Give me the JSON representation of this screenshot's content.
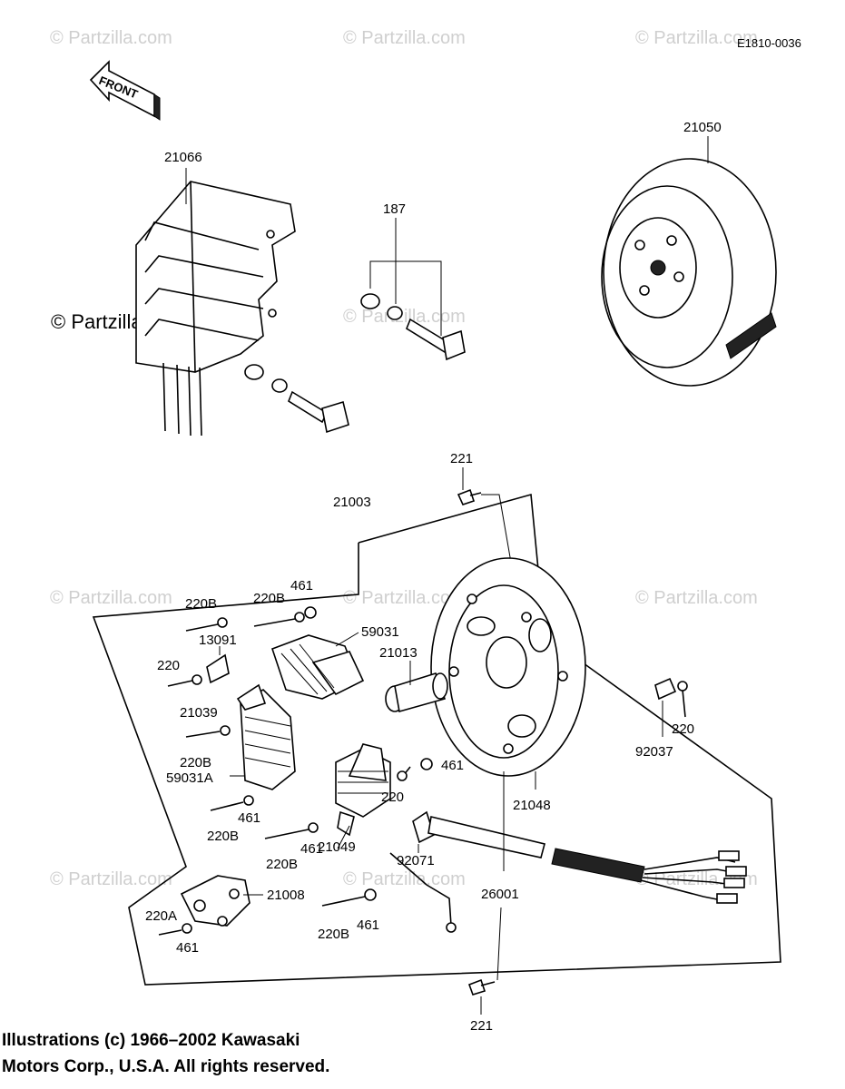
{
  "diagram_code": "E1810-0036",
  "front_label": "FRONT",
  "watermark": "© Partzilla.com",
  "watermark_dark": "© Partzilla.com",
  "parts": {
    "p21066": "21066",
    "p187": "187",
    "p21050": "21050",
    "p221_top": "221",
    "p21003": "21003",
    "p220b_1": "220B",
    "p220b_2": "220B",
    "p461_1": "461",
    "p13091": "13091",
    "p59031": "59031",
    "p220_1": "220",
    "p21013": "21013",
    "p21039": "21039",
    "p220b_3": "220B",
    "p59031a": "59031A",
    "p461_2": "461",
    "p220_2": "220",
    "p220b_4": "220B",
    "p461_3": "461",
    "p461_4": "461",
    "p220b_5": "220B",
    "p21049": "21049",
    "p92071": "92071",
    "p21048": "21048",
    "p26001": "26001",
    "p92037": "92037",
    "p220_3": "220",
    "p21008": "21008",
    "p220a": "220A",
    "p461_5": "461",
    "p220b_6": "220B",
    "p461_6": "461",
    "p221_bottom": "221"
  },
  "copyright": {
    "line1": "Illustrations (c) 1966–2002 Kawasaki",
    "line2": "Motors Corp., U.S.A.  All rights reserved."
  }
}
